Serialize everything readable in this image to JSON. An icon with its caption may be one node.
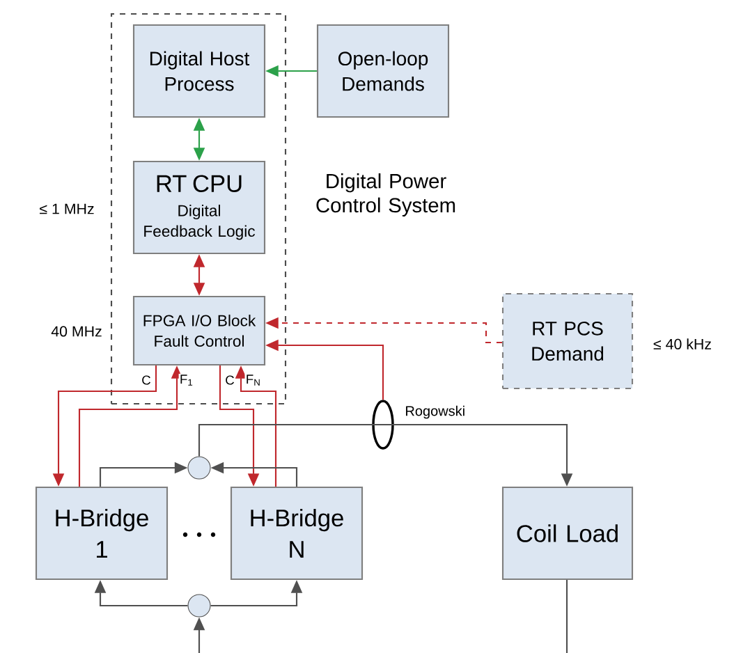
{
  "diagram": {
    "nodes": [
      {
        "text": [
          "Digital Power Control System"
        ]
      },
      {
        "text": [
          "Digital Host Process"
        ],
        "in": 0
      },
      {
        "text": [
          "Open-loop Demands"
        ]
      },
      {
        "text": [
          "RT CPU",
          "Digital Feedback Logic"
        ],
        "in": 0
      },
      {
        "text": [
          "FPGA I/O Block Fault Control"
        ],
        "in": 0
      },
      {
        "text": [
          "RT PCS Demand"
        ]
      },
      {
        "text": [
          "H-Bridge 1"
        ]
      },
      {
        "text": [
          "H-Bridge N"
        ]
      },
      {
        "text": [
          "Coil Load"
        ]
      },
      {
        "text": [],
        "shape": "circle"
      },
      {
        "text": [],
        "shape": "circle"
      },
      {
        "text": [],
        "shape": "circle",
        "beside": [
          "Rogowski"
        ]
      }
    ],
    "edges": [
      {
        "from": 2,
        "to": 1,
        "arrow": "to",
        "color": "#2ca14a"
      },
      {
        "from": 1,
        "to": 3,
        "arrow": "both",
        "color": "#2ca14a"
      },
      {
        "from": 3,
        "to": 4,
        "arrow": "both",
        "color": "#c0282d"
      },
      {
        "from": 5,
        "to": 4,
        "arrow": "to",
        "style": "dashed",
        "color": "#c0282d"
      },
      {
        "from": 11,
        "to": 4,
        "arrow": "to",
        "color": "#c0282d"
      },
      {
        "from": 4,
        "to": 6,
        "arrow": "to",
        "label": "C",
        "color": "#c0282d"
      },
      {
        "from": 6,
        "to": 4,
        "arrow": "to",
        "label": "F$_{1}$",
        "color": "#c0282d"
      },
      {
        "from": 4,
        "to": 7,
        "arrow": "to",
        "label": "C",
        "color": "#c0282d"
      },
      {
        "from": 7,
        "to": 4,
        "arrow": "to",
        "label": "F$_{N}$",
        "color": "#c0282d"
      },
      {
        "from": 6,
        "to": 9,
        "arrow": "to",
        "color": "#505050"
      },
      {
        "from": 7,
        "to": 9,
        "arrow": "to",
        "color": "#505050"
      },
      {
        "from": 9,
        "to": 8,
        "arrow": "to",
        "color": "#505050"
      },
      {
        "from": 10,
        "to": 6,
        "arrow": "to",
        "color": "#505050"
      },
      {
        "from": 10,
        "to": 7,
        "arrow": "to",
        "color": "#505050"
      },
      {
        "from": null,
        "to": 10,
        "arrow": "to",
        "color": "#505050"
      },
      {
        "from": 8,
        "to": null,
        "arrow": "none",
        "color": "#505050"
      }
    ],
    "labels": [
      "≤ 1 MHz",
      "40 MHz",
      "≤  40 kHz"
    ]
  }
}
